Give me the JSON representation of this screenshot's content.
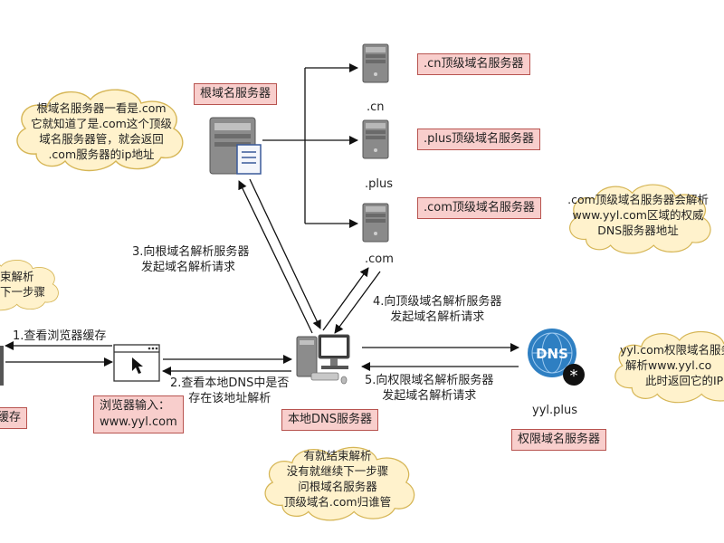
{
  "root_server": {
    "label": "根域名服务器"
  },
  "tld_servers": [
    {
      "name": ".cn",
      "label": ".cn顶级域名服务器"
    },
    {
      "name": ".plus",
      "label": ".plus顶级域名服务器"
    },
    {
      "name": ".com",
      "label": ".com顶级域名服务器"
    }
  ],
  "local_dns": {
    "label": "本地DNS服务器"
  },
  "auth_server": {
    "name": "yyl.plus",
    "label": "权限域名服务器",
    "icon_text": "DNS"
  },
  "browser": {
    "label_line1": "浏览器输入：",
    "label_line2": "www.yyl.com"
  },
  "partial_left_label": "缓存",
  "clouds": {
    "root_note": [
      "根域名服务器一看是.com",
      "它就知道了是.com这个顶级",
      "域名服务器管，就会返回",
      ".com服务器的ip地址"
    ],
    "com_note": [
      ".com顶级域名服务器会解析",
      "www.yyl.com区域的权威",
      "DNS服务器地址"
    ],
    "left_note": [
      "束解析",
      "下一步骤"
    ],
    "local_note": [
      "有就结束解析",
      "没有就继续下一步骤",
      "问根域名服务器",
      "顶级域名.com归谁管"
    ],
    "auth_note": [
      "yyl.com权限域名服务",
      "解析www.yyl.co",
      "此时返回它的IP"
    ]
  },
  "steps": {
    "s1": "1.查看浏览器缓存",
    "s2": [
      "2.查看本地DNS中是否",
      "存在该地址解析"
    ],
    "s3": [
      "3.向根域名解析服务器",
      "发起域名解析请求"
    ],
    "s4": [
      "4.向顶级域名解析服务器",
      "发起域名解析请求"
    ],
    "s5": [
      "5.向权限域名解析服务器",
      "发起域名解析请求"
    ]
  }
}
